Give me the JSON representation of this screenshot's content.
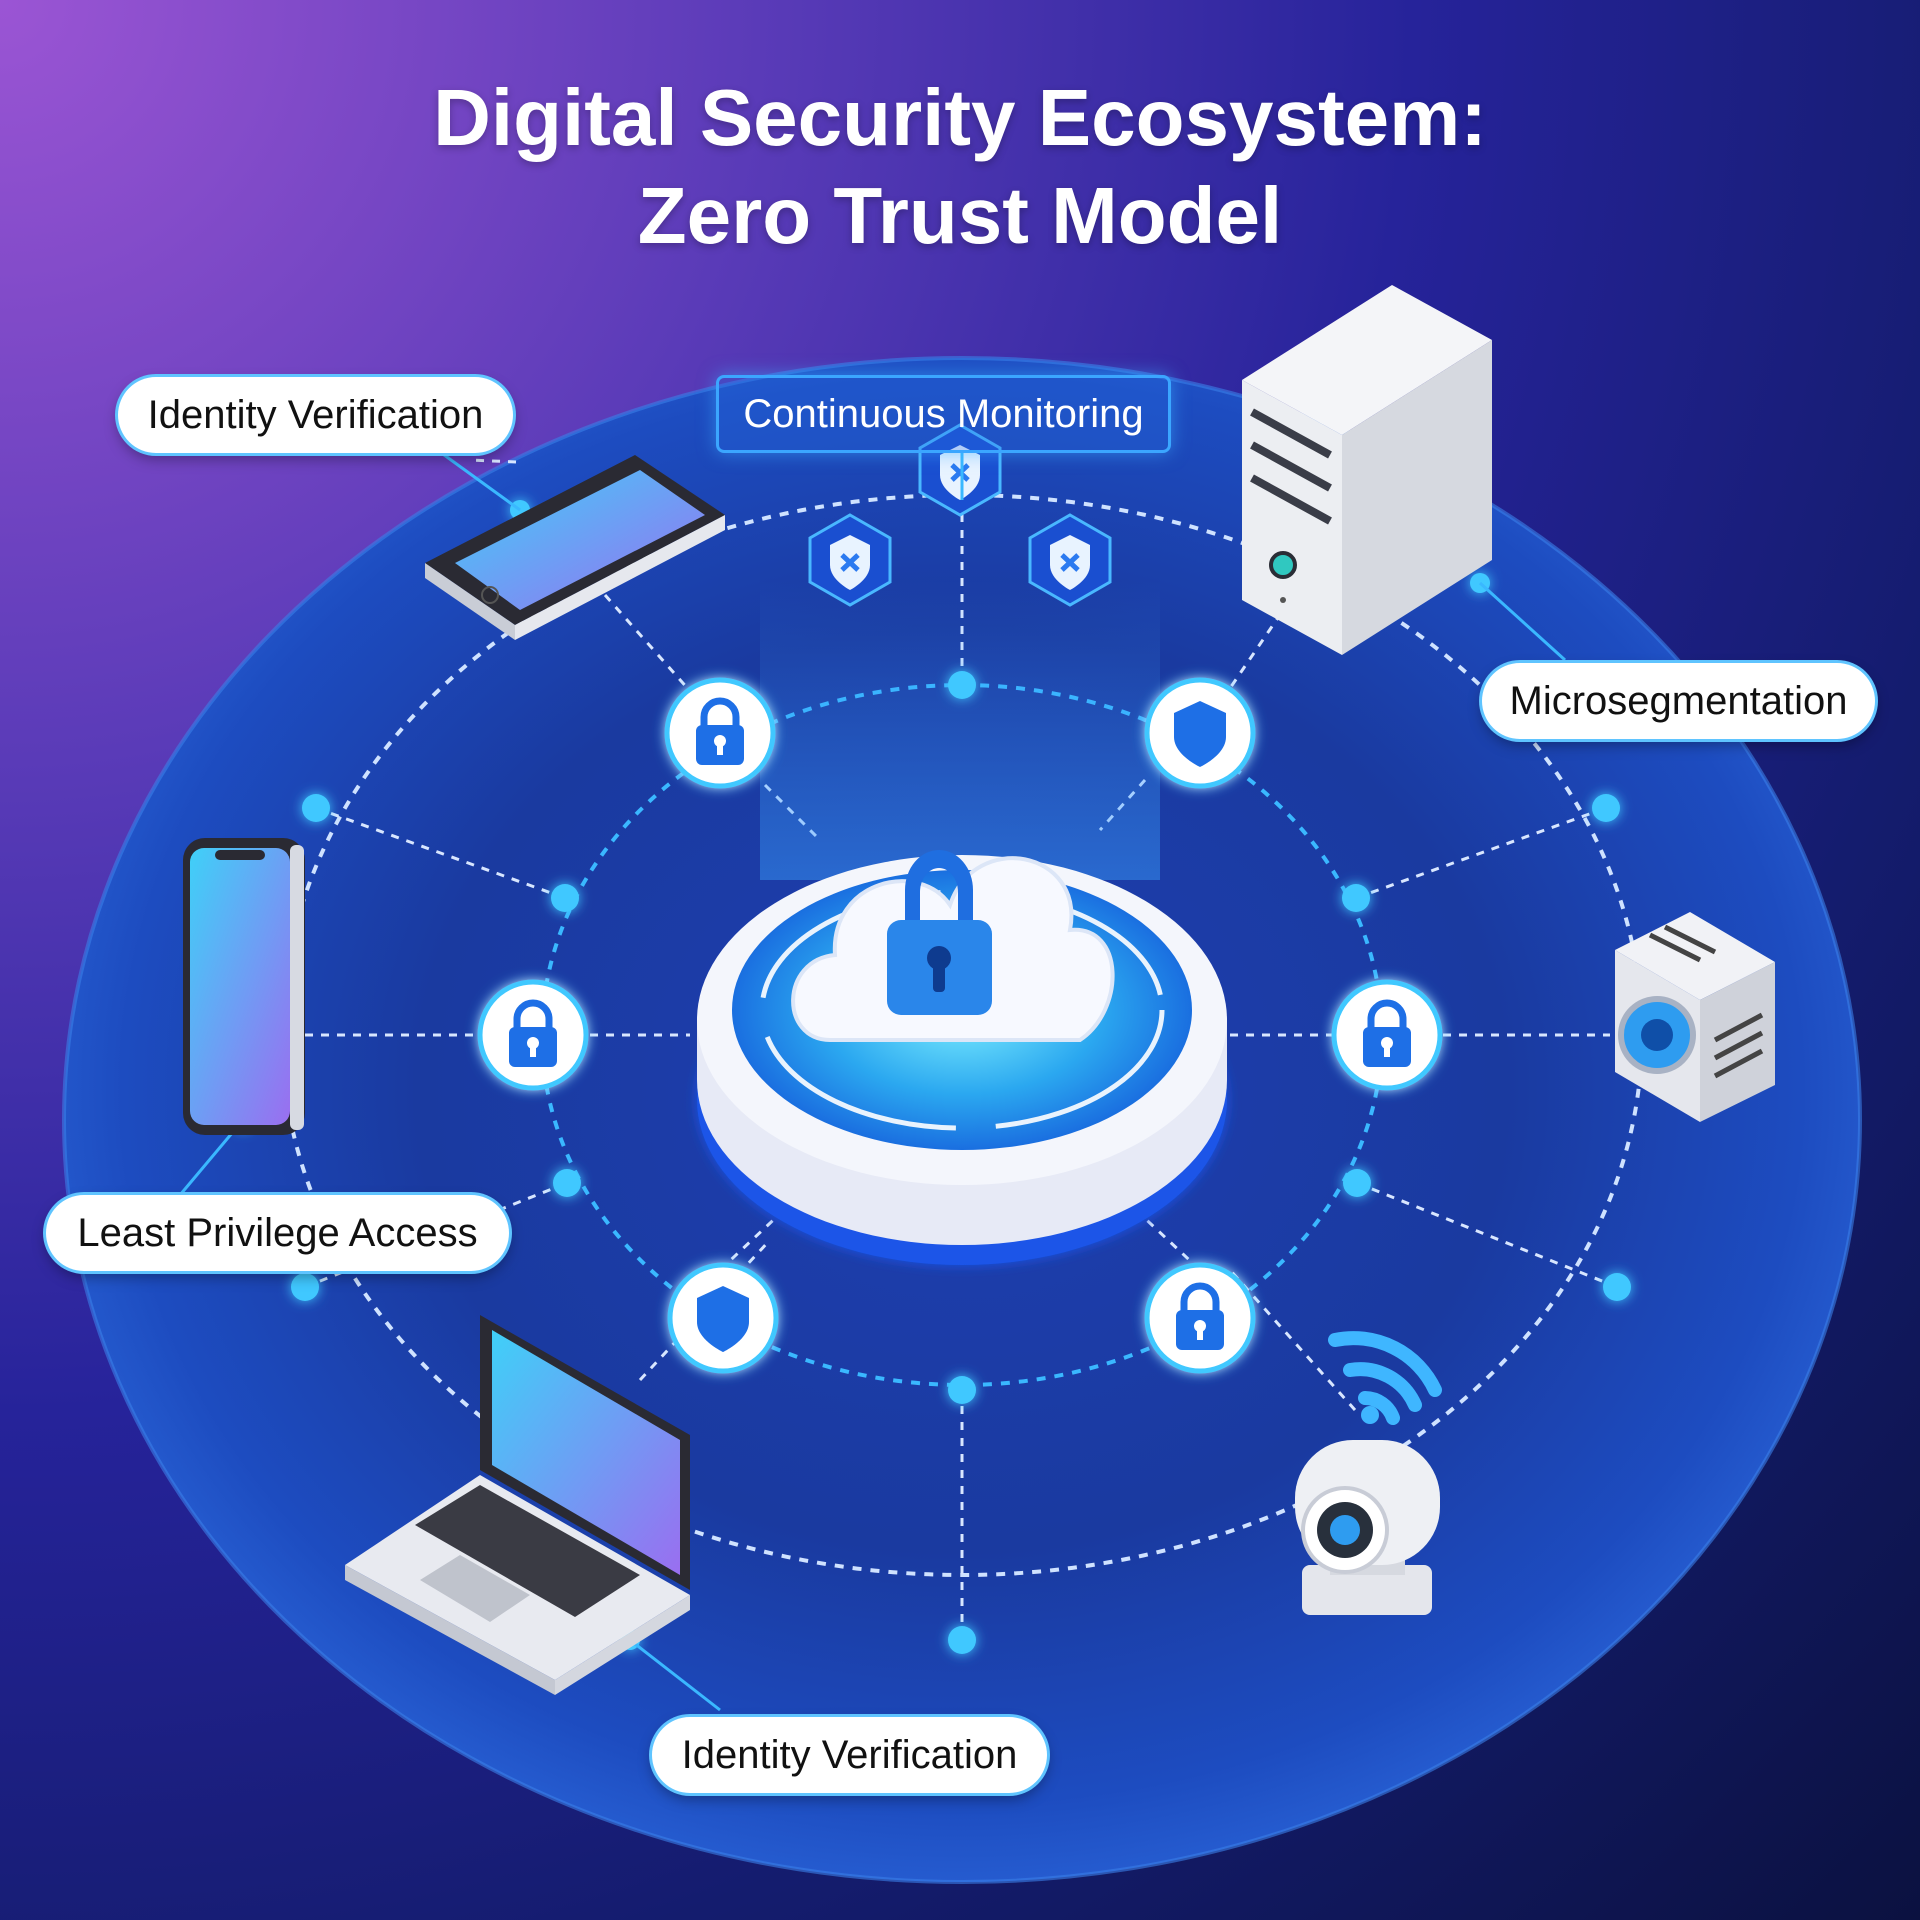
{
  "title": {
    "line1": "Digital Security Ecosystem:",
    "line2": "Zero Trust Model"
  },
  "labels": {
    "identity_top": "Identity Verification",
    "continuous_monitoring": "Continuous Monitoring",
    "microsegmentation": "Microsegmentation",
    "least_privilege": "Least Privilege Access",
    "identity_bottom": "Identity Verification"
  },
  "icons": {
    "center": "cloud-lock-icon",
    "inner_ring": [
      "lock-icon",
      "shield-icon",
      "lock-icon",
      "lock-icon",
      "shield-icon",
      "lock-icon"
    ],
    "floating": [
      "shield-icon",
      "shield-icon",
      "shield-icon"
    ],
    "devices": [
      "smartphone-icon",
      "tablet-icon",
      "laptop-icon",
      "server-icon",
      "camera-icon",
      "webcam-icon",
      "wifi-icon"
    ]
  },
  "colors": {
    "accent": "#2e7bf0",
    "glow": "#38c6ff",
    "badge_fill": "#ffffff",
    "label_text": "#111111",
    "title_text": "#ffffff"
  }
}
